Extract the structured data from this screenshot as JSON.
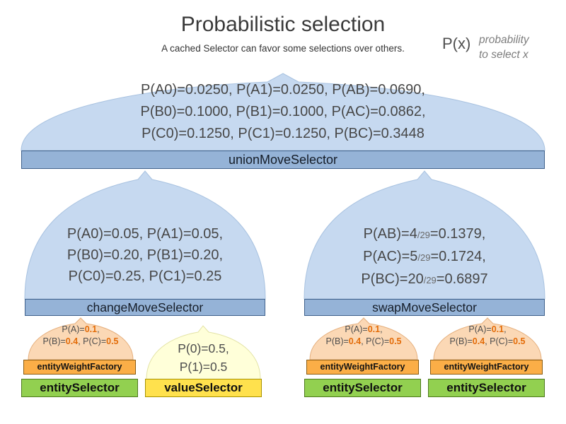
{
  "title": "Probabilistic selection",
  "subtitle": "A cached Selector can favor some selections over others.",
  "legend": {
    "symbol": "P(x)",
    "note1": "probability",
    "note2": "to select x"
  },
  "union": {
    "lines": [
      "P(A0)=0.0250, P(A1)=0.0250, P(AB)=0.0690,",
      "P(B0)=0.1000, P(B1)=0.1000, P(AC)=0.0862,",
      "P(C0)=0.1250, P(C1)=0.1250, P(BC)=0.3448"
    ],
    "bar": "unionMoveSelector"
  },
  "change": {
    "lines": [
      "P(A0)=0.05, P(A1)=0.05,",
      "P(B0)=0.20, P(B1)=0.20,",
      "P(C0)=0.25, P(C1)=0.25"
    ],
    "bar": "changeMoveSelector"
  },
  "swap": {
    "rows": [
      {
        "pre": "P(AB)=4",
        "frac": "/29",
        "post": "=0.1379,"
      },
      {
        "pre": "P(AC)=5",
        "frac": "/29",
        "post": "=0.1724,"
      },
      {
        "pre": "P(BC)=20",
        "frac": "/29",
        "post": "=0.6897"
      }
    ],
    "bar": "swapMoveSelector"
  },
  "entity_weight": {
    "l1_pre": "P(A)=",
    "l1_val": "0.1",
    "l1_post": ",",
    "l2_p1": "P(B)=",
    "l2_v1": "0.4",
    "l2_p2": ", P(C)=",
    "l2_v2": "0.5",
    "bar": "entityWeightFactory"
  },
  "entity": {
    "bar": "entitySelector"
  },
  "value": {
    "lines": [
      "P(0)=0.5,",
      "P(1)=0.5"
    ],
    "bar": "valueSelector"
  },
  "colors": {
    "selector_dome_blue": "#c6d9f0",
    "selector_bar_blue": "#95b3d7",
    "entity_green": "#92d050",
    "value_yellow": "#ffe14d",
    "weight_orange_bar": "#fbae47",
    "weight_orange_dome": "#fbd8b5",
    "accent_value_orange": "#e36c09"
  }
}
